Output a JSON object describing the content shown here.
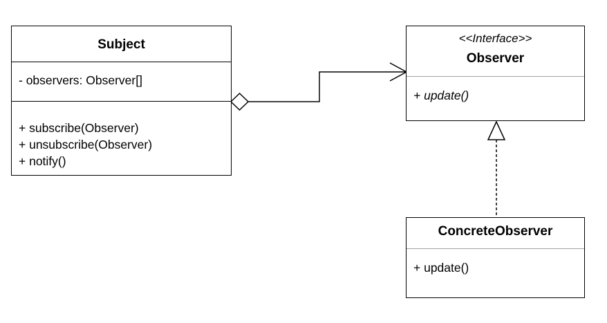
{
  "subject": {
    "name": "Subject",
    "attributes": [
      "- observers: Observer[]"
    ],
    "operations": [
      "+ subscribe(Observer)",
      "+ unsubscribe(Observer)",
      "+ notify()"
    ]
  },
  "observer": {
    "stereotype": "<<Interface>>",
    "name": "Observer",
    "operations": [
      "+ update()"
    ]
  },
  "concrete_observer": {
    "name": "ConcreteObserver",
    "operations": [
      "+ update()"
    ]
  },
  "relations": [
    {
      "from": "Subject",
      "to": "Observer",
      "kind": "aggregation"
    },
    {
      "from": "ConcreteObserver",
      "to": "Observer",
      "kind": "realization"
    }
  ]
}
